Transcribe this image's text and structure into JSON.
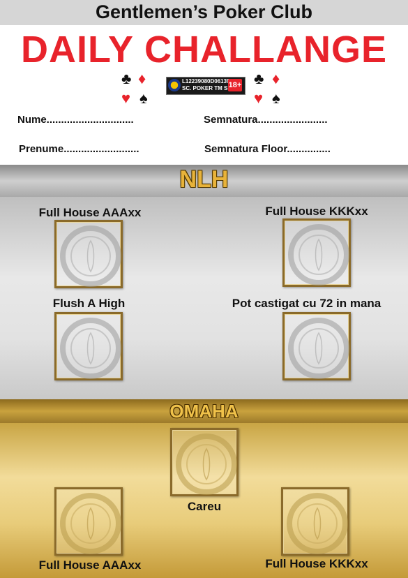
{
  "header": {
    "club_title": "Gentlemen’s Poker Club"
  },
  "challenge": {
    "title": "DAILY CHALLANGE"
  },
  "suits": {
    "club": "♣",
    "diamond": "♦",
    "heart": "♥",
    "spade": "♠"
  },
  "license": {
    "line1": "L12239080D061392",
    "line2": "SC. POKER TM SRL",
    "age": "18+"
  },
  "form": {
    "nume": "Nume..............................",
    "semnatura": "Semnatura........................",
    "prenume": "Prenume..........................",
    "semnatura_floor": "Semnatura Floor..............."
  },
  "nlh": {
    "label": "NLH",
    "items": [
      {
        "label": "Full House AAAxx"
      },
      {
        "label": "Full House KKKxx"
      },
      {
        "label": "Flush A High"
      },
      {
        "label": "Pot castigat cu 72 in mana"
      }
    ]
  },
  "omaha": {
    "label": "OMAHA",
    "items": [
      {
        "label": "Careu"
      },
      {
        "label": "Full House AAAxx"
      },
      {
        "label": "Full House KKKxx"
      }
    ]
  },
  "colors": {
    "title_red": "#e8232b",
    "gold": "#e8b33a",
    "frame": "#8a6a2a"
  }
}
